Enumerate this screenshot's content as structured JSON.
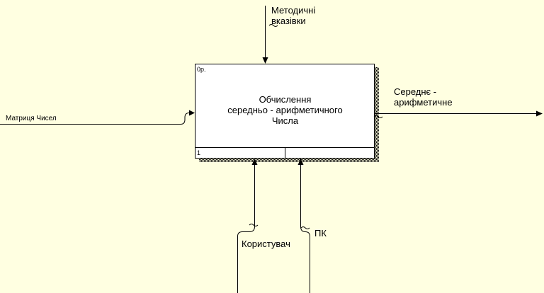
{
  "activity": {
    "node": "0р.",
    "title_lines": [
      "Обчислення",
      "середньо - арифметичного",
      "Числа"
    ],
    "number": "1",
    "cost": ""
  },
  "arrows": {
    "input": {
      "label": "Матриця Чисел"
    },
    "control": {
      "label_lines": [
        "Методичні",
        "вказівки"
      ]
    },
    "output": {
      "label_lines": [
        "Середнє -",
        "арифметичне"
      ]
    },
    "mechanism_1": {
      "label": "Користувач"
    },
    "mechanism_2": {
      "label": "ПК"
    }
  },
  "colors": {
    "background": "#ffffe1",
    "line": "#000000",
    "box_fill": "#ffffff"
  }
}
